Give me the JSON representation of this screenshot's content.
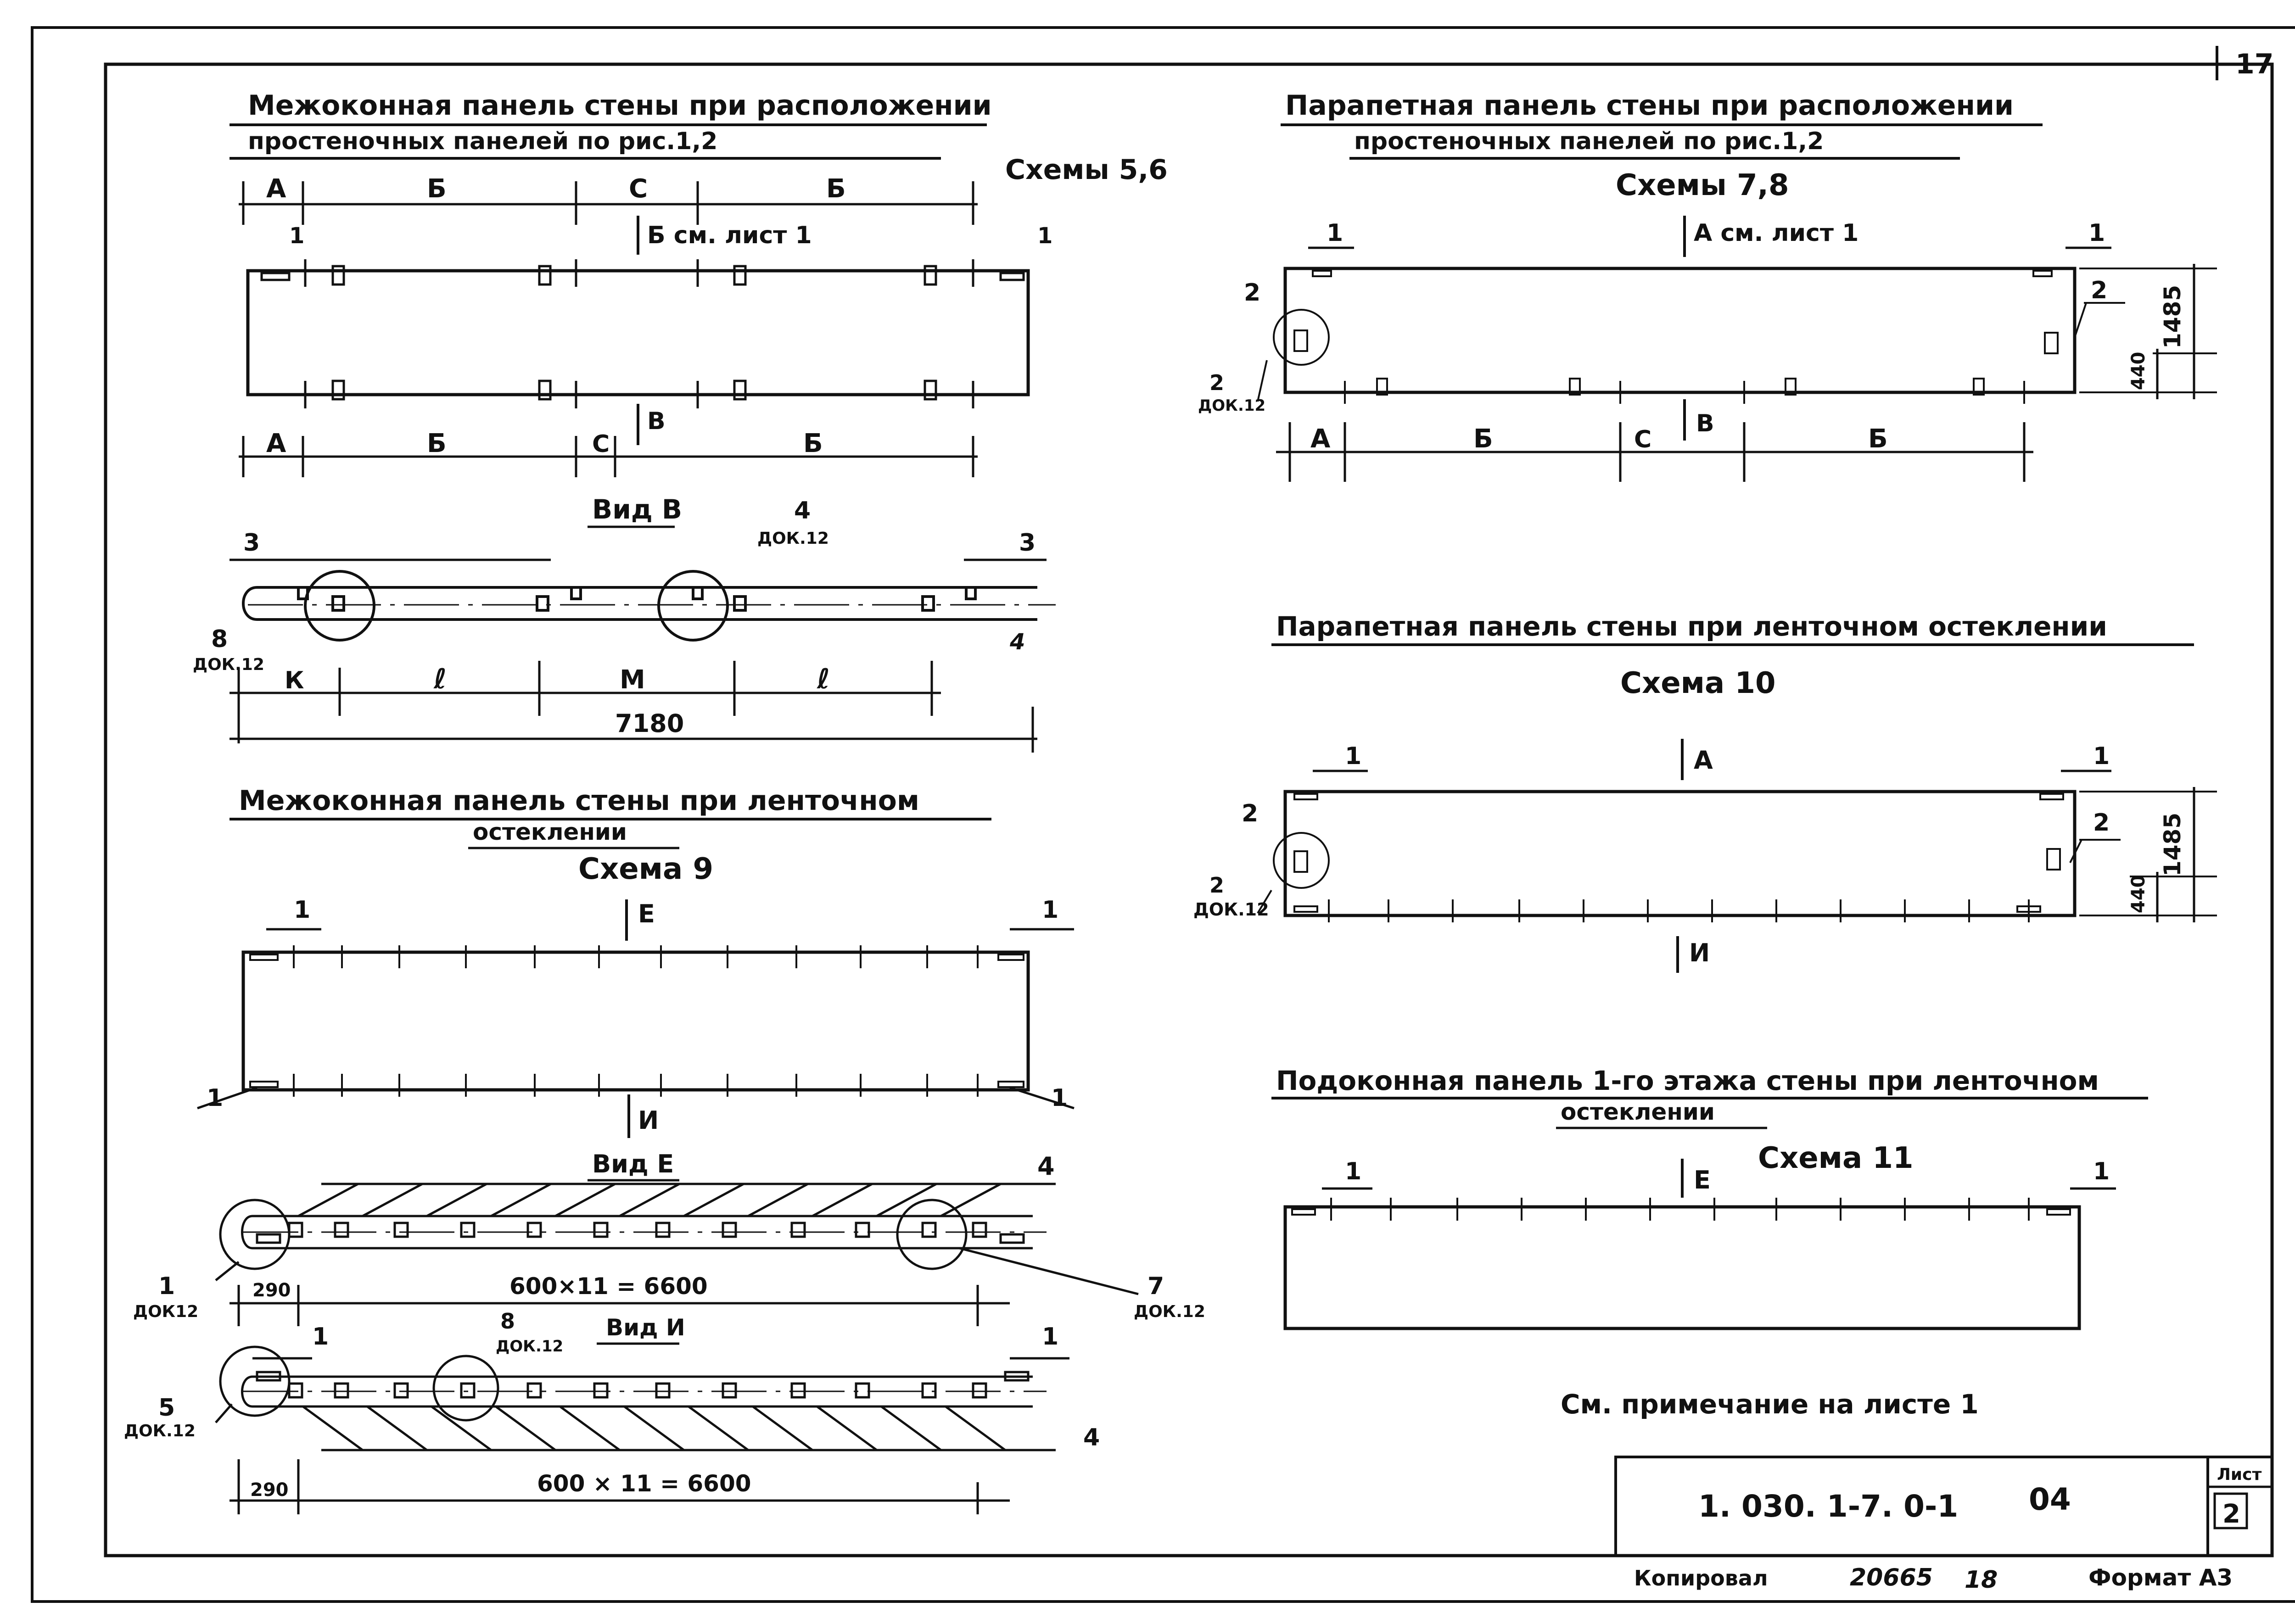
{
  "sheet": {
    "page_number": "17",
    "note": "См. примечание на листе 1",
    "title_block": {
      "code": "1. 030. 1-7. 0-1",
      "issue": "04",
      "sheet_label": "Лист",
      "sheet_no": "2"
    },
    "footer": {
      "copied": "Копировал",
      "number": "20665",
      "number2": "18",
      "format": "Формат А3"
    }
  },
  "panels": {
    "p1": {
      "title1": "Межоконная панель стены при расположении",
      "title2": "простеночных панелей по рис.1,2",
      "scheme": "Схемы 5,6",
      "top_dims": [
        "А",
        "Б",
        "С",
        "Б"
      ],
      "view_top": "Б см. лист 1",
      "view_bottom": "В",
      "bot_dims": [
        "А",
        "Б",
        "С",
        "Б"
      ],
      "callouts": [
        "1",
        "1"
      ]
    },
    "p1_view": {
      "title": "Вид В",
      "callouts": [
        "3",
        "4",
        "3",
        "8",
        "4"
      ],
      "refs": [
        "ДОК.12",
        "ДОК.12"
      ],
      "dims": [
        "К",
        "ℓ",
        "М",
        "ℓ"
      ],
      "total": "7180"
    },
    "p2": {
      "title1": "Межоконная панель стены при ленточном",
      "title2": "остеклении",
      "scheme": "Схема 9",
      "view_top": "Е",
      "view_bottom": "И",
      "callouts": [
        "1",
        "1",
        "1",
        "1"
      ]
    },
    "p2_viewE": {
      "title": "Вид Е",
      "callouts": [
        "4",
        "1",
        "7"
      ],
      "refs": [
        "ДОК12",
        "ДОК.12"
      ],
      "offset": "290",
      "span": "600×11 = 6600"
    },
    "p2_viewI": {
      "title": "Вид И",
      "callouts": [
        "8",
        "1",
        "1",
        "5",
        "4"
      ],
      "refs": [
        "ДОК.12",
        "ДОК.12"
      ],
      "offset": "290",
      "span": "600 × 11 = 6600"
    },
    "p3": {
      "title1": "Парапетная панель стены при расположении",
      "title2": "простеночных панелей по рис.1,2",
      "scheme": "Схемы 7,8",
      "view_top": "А см. лист 1",
      "view_bottom": "В",
      "callouts": [
        "1",
        "1",
        "2",
        "2",
        "2"
      ],
      "ref": "ДОК.12",
      "dims": [
        "А",
        "Б",
        "С",
        "Б"
      ],
      "height": "1485",
      "height2": "440"
    },
    "p4": {
      "title": "Парапетная панель стены при ленточном остеклении",
      "scheme": "Схема 10",
      "view_top": "А",
      "view_bottom": "И",
      "callouts": [
        "1",
        "1",
        "2",
        "2",
        "2"
      ],
      "ref": "ДОК.12",
      "height": "1485",
      "height2": "440"
    },
    "p5": {
      "title1": "Подоконная панель 1-го этажа стены при ленточном",
      "title2": "остеклении",
      "scheme": "Схема 11",
      "view_top": "Е",
      "callouts": [
        "1",
        "1"
      ]
    }
  }
}
